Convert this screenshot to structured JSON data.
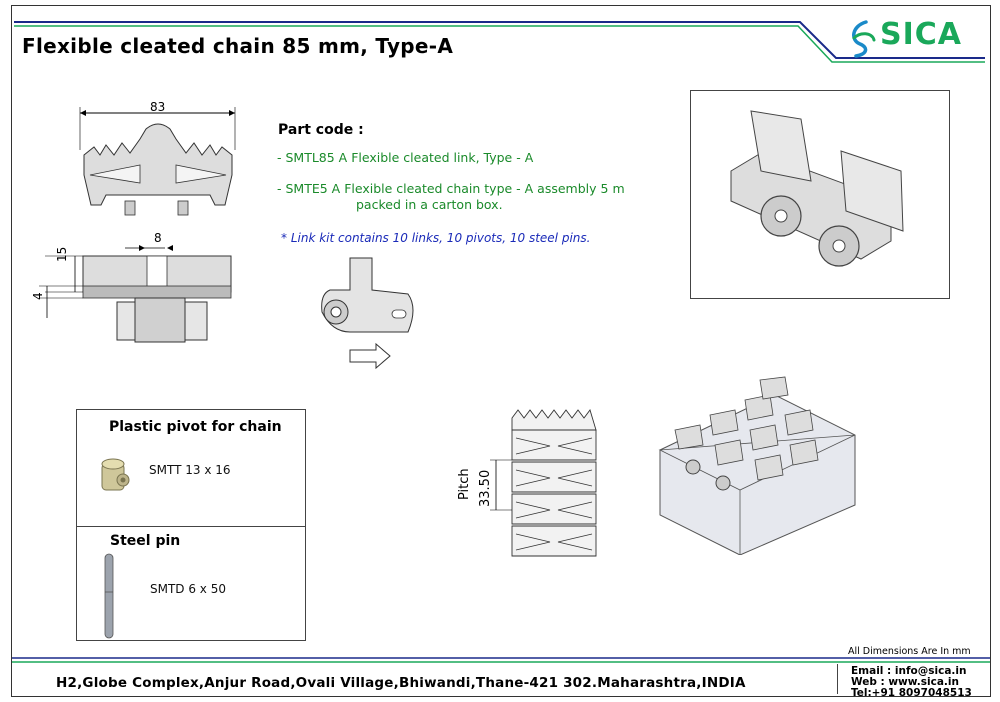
{
  "title": "Flexible cleated chain 85 mm, Type-A",
  "logo": {
    "text": "SICA",
    "icon": "sica-swirl-icon",
    "color": "#1aa85a"
  },
  "part_code": {
    "heading": "Part code :",
    "lines": [
      "- SMTL85 A  Flexible cleated link, Type - A",
      "- SMTE5 A    Flexible cleated chain type - A assembly 5 m",
      "packed in a carton box."
    ],
    "note": "* Link kit contains 10 links, 10 pivots, 10 steel pins."
  },
  "drawing_dims": {
    "width": "83",
    "slot": "8",
    "height": "15",
    "base": "4",
    "pitch_label": "Pitch",
    "pitch_value": "33.50"
  },
  "accessories": {
    "pivot_title": "Plastic pivot for chain",
    "pivot_code": "SMTT 13 x 16",
    "pin_title": "Steel pin",
    "pin_code": "SMTD 6 x 50"
  },
  "dimensions_note": "All Dimensions Are In mm",
  "footer": {
    "address": "H2,Globe Complex,Anjur Road,Ovali Village,Bhiwandi,Thane-421 302.Maharashtra,INDIA",
    "email": "Email : info@sica.in",
    "web": "Web   : www.sica.in",
    "tel": "Tel:+91 8097048513"
  },
  "colors": {
    "accent_green": "#1aa85a",
    "line_blue": "#1a2a8a",
    "code_green": "#1a8a2a",
    "note_blue": "#1a2ab8"
  }
}
